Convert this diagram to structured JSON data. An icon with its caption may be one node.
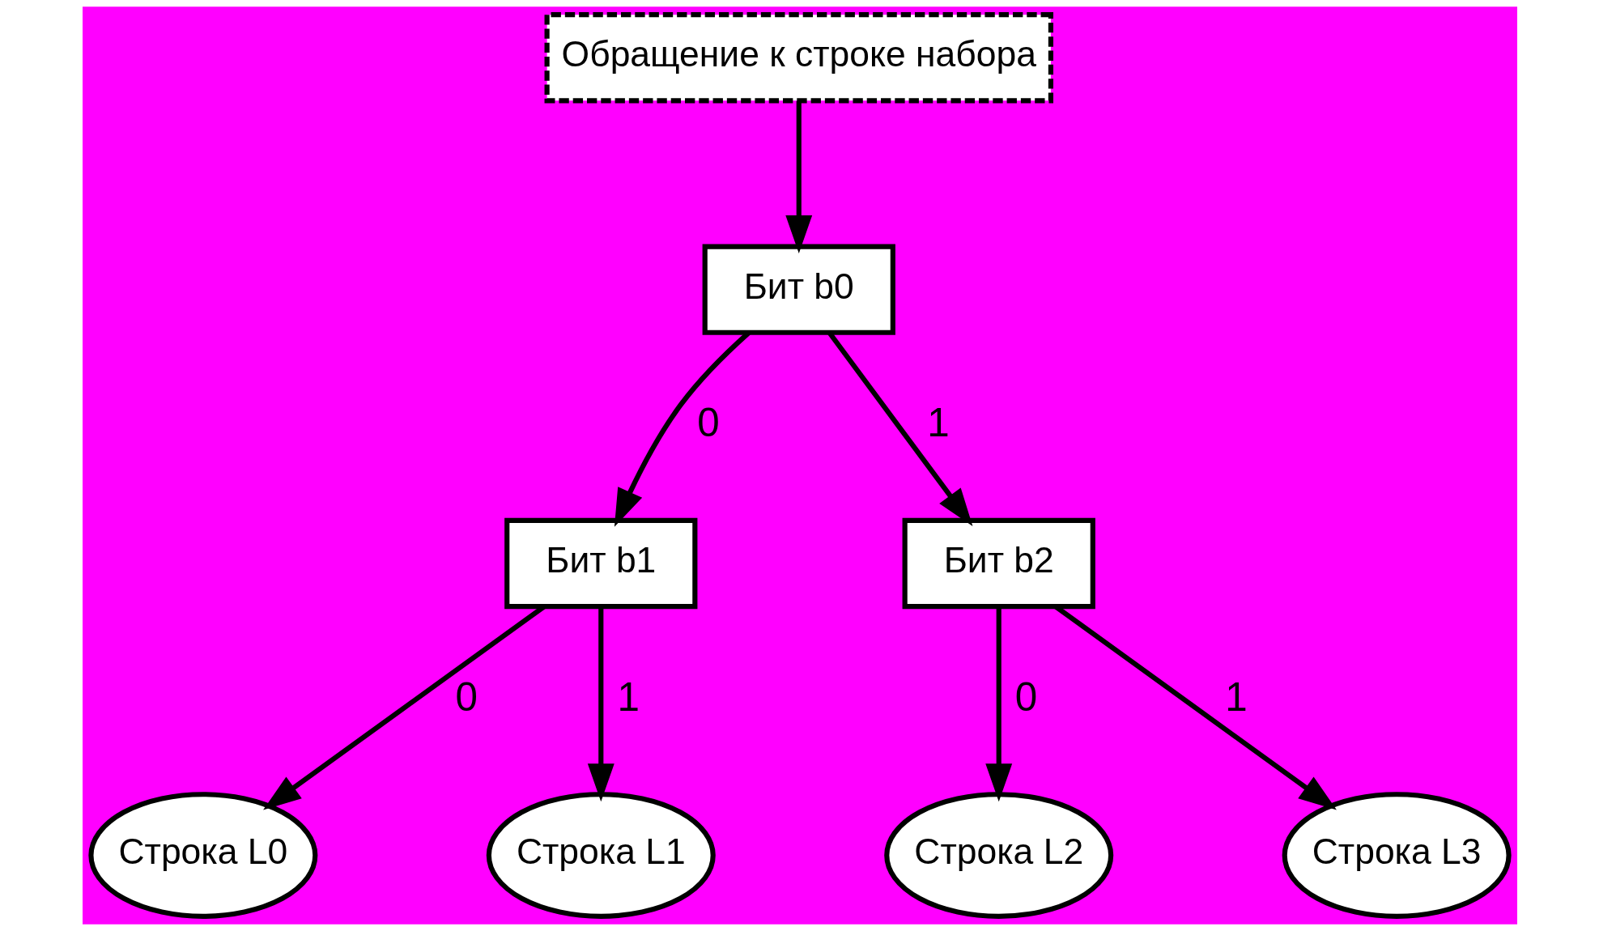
{
  "diagram": {
    "nodes": [
      {
        "text": [
          "Обращение к строке набора"
        ]
      },
      {
        "text": [
          "Бит b0"
        ]
      },
      {
        "text": [
          "Бит b1"
        ]
      },
      {
        "text": [
          "Бит b2"
        ]
      },
      {
        "text": [
          "Строка L0"
        ]
      },
      {
        "text": [
          "Строка L1"
        ]
      },
      {
        "text": [
          "Строка L2"
        ]
      },
      {
        "text": [
          "Строка L3"
        ]
      }
    ],
    "edges": [
      {
        "from": 0,
        "to": 1,
        "arrow": "to"
      },
      {
        "from": 1,
        "to": 2,
        "arrow": "to",
        "label": "0"
      },
      {
        "from": 1,
        "to": 3,
        "arrow": "to",
        "label": "1"
      },
      {
        "from": 2,
        "to": 4,
        "arrow": "to",
        "label": "0"
      },
      {
        "from": 2,
        "to": 5,
        "arrow": "to",
        "label": "1"
      },
      {
        "from": 3,
        "to": 6,
        "arrow": "to",
        "label": "0"
      },
      {
        "from": 3,
        "to": 7,
        "arrow": "to",
        "label": "1"
      }
    ]
  }
}
